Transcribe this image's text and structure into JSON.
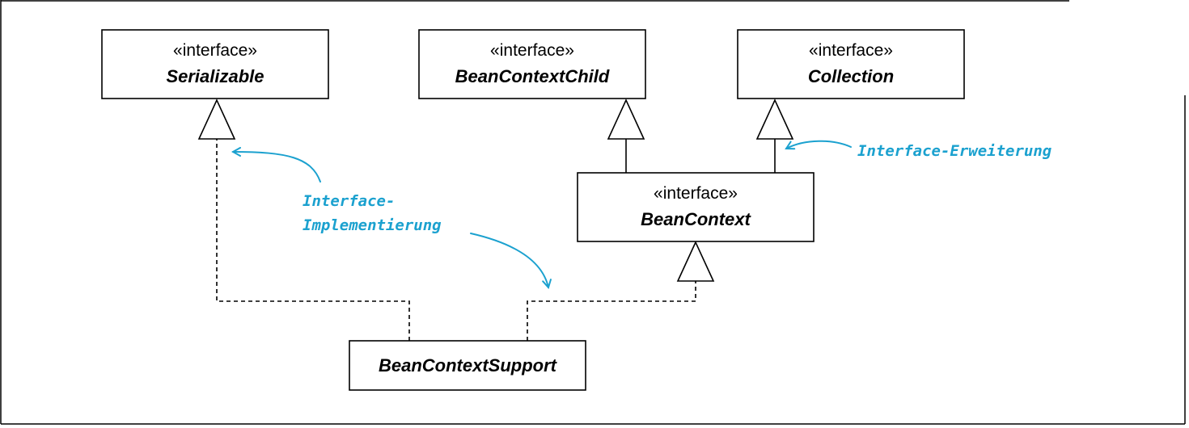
{
  "stereotype": "«interface»",
  "classes": {
    "serializable": {
      "stereotype": "«interface»",
      "name": "Serializable"
    },
    "bean_context_child": {
      "stereotype": "«interface»",
      "name": "BeanContextChild"
    },
    "collection": {
      "stereotype": "«interface»",
      "name": "Collection"
    },
    "bean_context": {
      "stereotype": "«interface»",
      "name": "BeanContext"
    },
    "bean_context_support": {
      "name": "BeanContextSupport"
    }
  },
  "notes": {
    "implementation": {
      "line1": "Interface-",
      "line2": "Implementierung"
    },
    "extension": {
      "text": "Interface-Erweiterung"
    }
  },
  "colors": {
    "annotation": "#1ba1cf",
    "line": "#000000",
    "background": "#ffffff"
  }
}
